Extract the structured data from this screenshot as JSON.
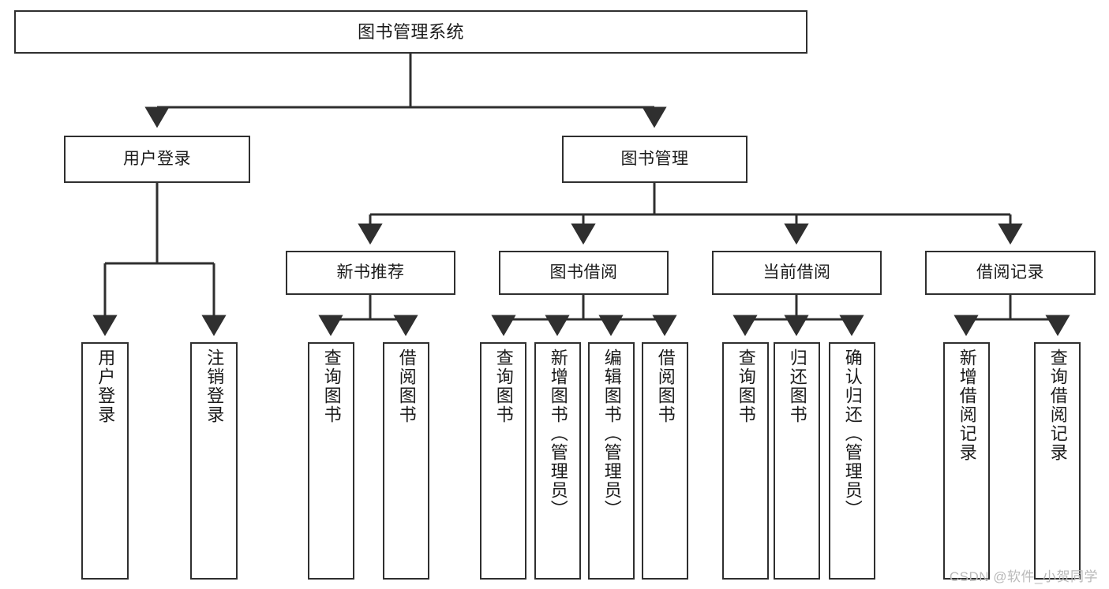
{
  "diagram": {
    "title": "图书管理系统",
    "type": "tree-hierarchy",
    "watermark": "CSDN @软件_小贺同学",
    "colors": {
      "box_stroke": "#2f2f2f",
      "box_fill": "#ffffff",
      "edge": "#2f2f2f",
      "text": "#1a1a1a",
      "watermark": "#b9b9b9",
      "background": "#ffffff"
    }
  },
  "nodes": {
    "root": {
      "label": "图书管理系统"
    },
    "level2": [
      {
        "label": "用户登录"
      },
      {
        "label": "图书管理"
      }
    ],
    "level3": [
      {
        "label": "新书推荐"
      },
      {
        "label": "图书借阅"
      },
      {
        "label": "当前借阅"
      },
      {
        "label": "借阅记录"
      }
    ],
    "leaves_user_login": [
      {
        "label": "用户登录"
      },
      {
        "label": "注销登录"
      }
    ],
    "leaves_new_book": [
      {
        "label": "查询图书"
      },
      {
        "label": "借阅图书"
      }
    ],
    "leaves_borrow": [
      {
        "label": "查询图书"
      },
      {
        "label": "新增图书（管理员）"
      },
      {
        "label": "编辑图书（管理员）"
      },
      {
        "label": "借阅图书"
      }
    ],
    "leaves_current": [
      {
        "label": "查询图书"
      },
      {
        "label": "归还图书"
      },
      {
        "label": "确认归还（管理员）"
      }
    ],
    "leaves_records": [
      {
        "label": "新增借阅记录"
      },
      {
        "label": "查询借阅记录"
      }
    ]
  }
}
